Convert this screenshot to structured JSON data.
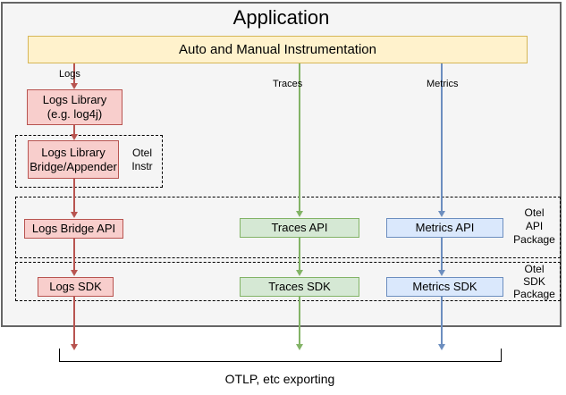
{
  "app": {
    "title": "Application"
  },
  "instrumentation": {
    "label": "Auto and Manual Instrumentation"
  },
  "flow_labels": {
    "logs": "Logs",
    "traces": "Traces",
    "metrics": "Metrics"
  },
  "logs": {
    "library": {
      "line1": "Logs Library",
      "line2": "(e.g. log4j)"
    },
    "bridge": {
      "line1": "Logs Library",
      "line2": "Bridge/Appender"
    },
    "api": "Logs Bridge API",
    "sdk": "Logs SDK"
  },
  "traces": {
    "api": "Traces API",
    "sdk": "Traces SDK"
  },
  "metrics": {
    "api": "Metrics API",
    "sdk": "Metrics SDK"
  },
  "groups": {
    "instr": {
      "line1": "Otel",
      "line2": "Instr"
    },
    "api_package": {
      "line1": "Otel",
      "line2": "API",
      "line3": "Package"
    },
    "sdk_package": {
      "line1": "Otel",
      "line2": "SDK",
      "line3": "Package"
    }
  },
  "export": {
    "label": "OTLP, etc exporting"
  },
  "colors": {
    "app_fill": "#f5f5f5",
    "app_border": "#666666",
    "instr_fill": "#fff2cc",
    "instr_border": "#d6b656",
    "logs_fill": "#f8cecc",
    "logs_border": "#b85450",
    "traces_fill": "#d5e8d4",
    "traces_border": "#82b366",
    "metrics_fill": "#dae8fc",
    "metrics_border": "#6c8ebf",
    "logs_arrow": "#b85450",
    "traces_arrow": "#82b366",
    "metrics_arrow": "#6c8ebf"
  }
}
